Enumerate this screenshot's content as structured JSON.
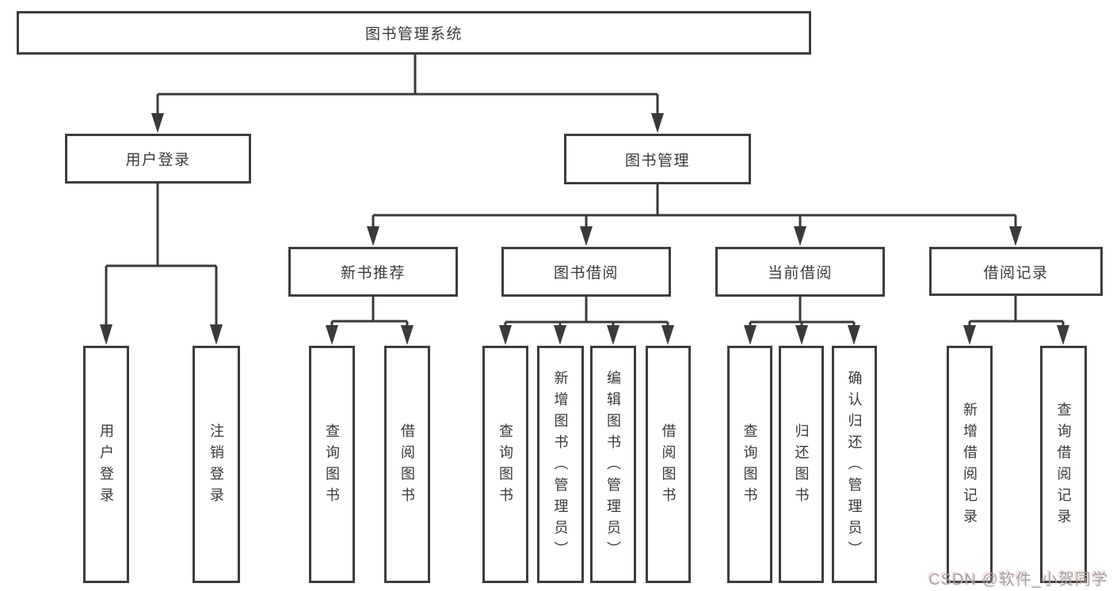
{
  "tree": {
    "root": {
      "label": "图书管理系统"
    },
    "branches": [
      {
        "label": "用户登录",
        "children": [
          {
            "label": "用户登录"
          },
          {
            "label": "注销登录"
          }
        ]
      },
      {
        "label": "图书管理",
        "groups": [
          {
            "label": "新书推荐",
            "children": [
              {
                "label": "查询图书"
              },
              {
                "label": "借阅图书"
              }
            ]
          },
          {
            "label": "图书借阅",
            "children": [
              {
                "label": "查询图书"
              },
              {
                "label": "新增图书（管理员）"
              },
              {
                "label": "编辑图书（管理员）"
              },
              {
                "label": "借阅图书"
              }
            ]
          },
          {
            "label": "当前借阅",
            "children": [
              {
                "label": "查询图书"
              },
              {
                "label": "归还图书"
              },
              {
                "label": "确认归还（管理员）"
              }
            ]
          },
          {
            "label": "借阅记录",
            "children": [
              {
                "label": "新增借阅记录"
              },
              {
                "label": "查询借阅记录"
              }
            ]
          }
        ]
      }
    ]
  },
  "watermark": {
    "text": "CSDN @软件_小贺同学"
  },
  "colors": {
    "line": "#3a3a3a",
    "box_border": "#3d3d3d",
    "text": "#3a3a3a",
    "background": "#ffffff",
    "watermark": "#a3a3a3"
  }
}
